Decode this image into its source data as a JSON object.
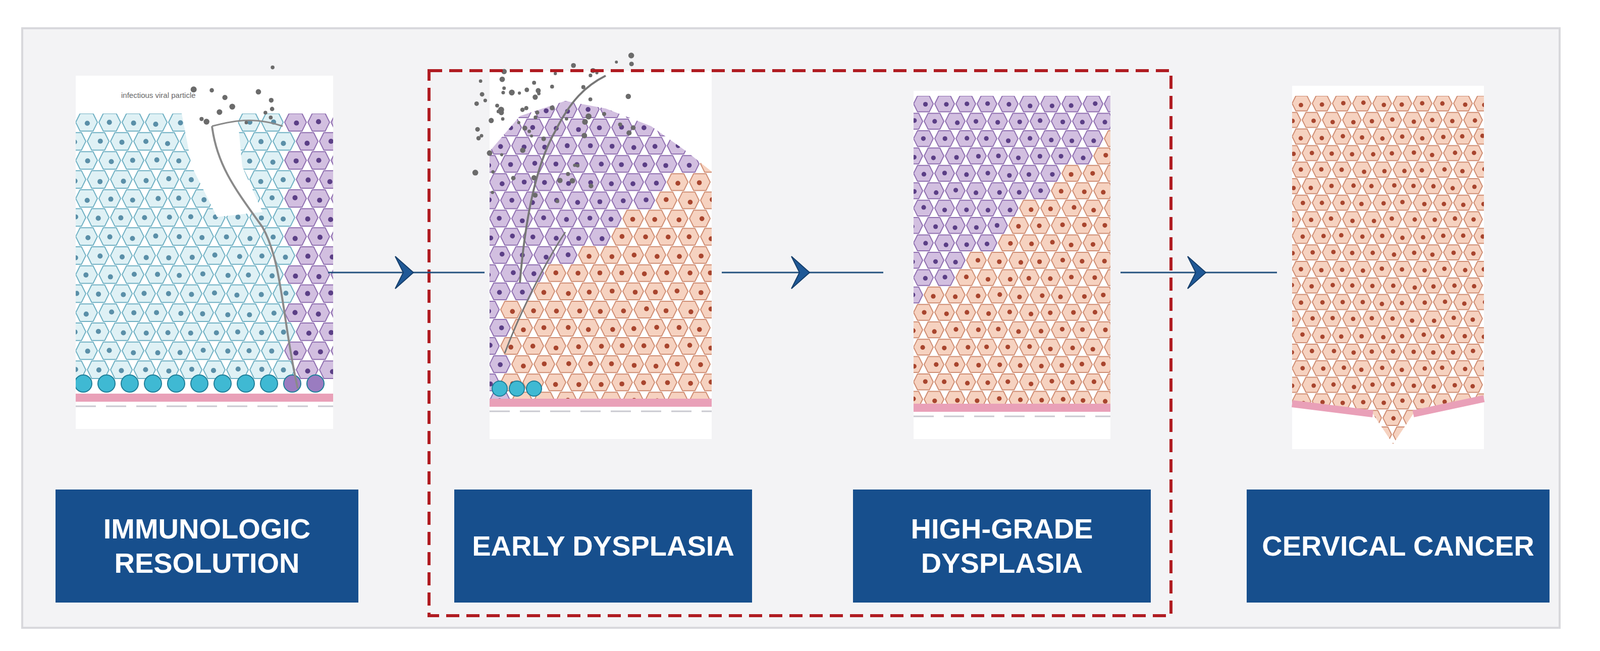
{
  "diagram": {
    "nodes": [
      {
        "text": [
          "IMMUNOLOGIC RESOLUTION"
        ]
      },
      {
        "text": [
          "EARLY DYSPLASIA"
        ]
      },
      {
        "text": [
          "HIGH-GRADE DYSPLASIA"
        ]
      },
      {
        "text": [
          "CERVICAL CANCER"
        ]
      }
    ],
    "edges": [
      {
        "from": 0,
        "to": 1,
        "arrow": "to"
      },
      {
        "from": 1,
        "to": 2,
        "arrow": "to"
      },
      {
        "from": 2,
        "to": 3,
        "arrow": "to"
      }
    ],
    "labels": [
      "infectious viral particle"
    ]
  }
}
